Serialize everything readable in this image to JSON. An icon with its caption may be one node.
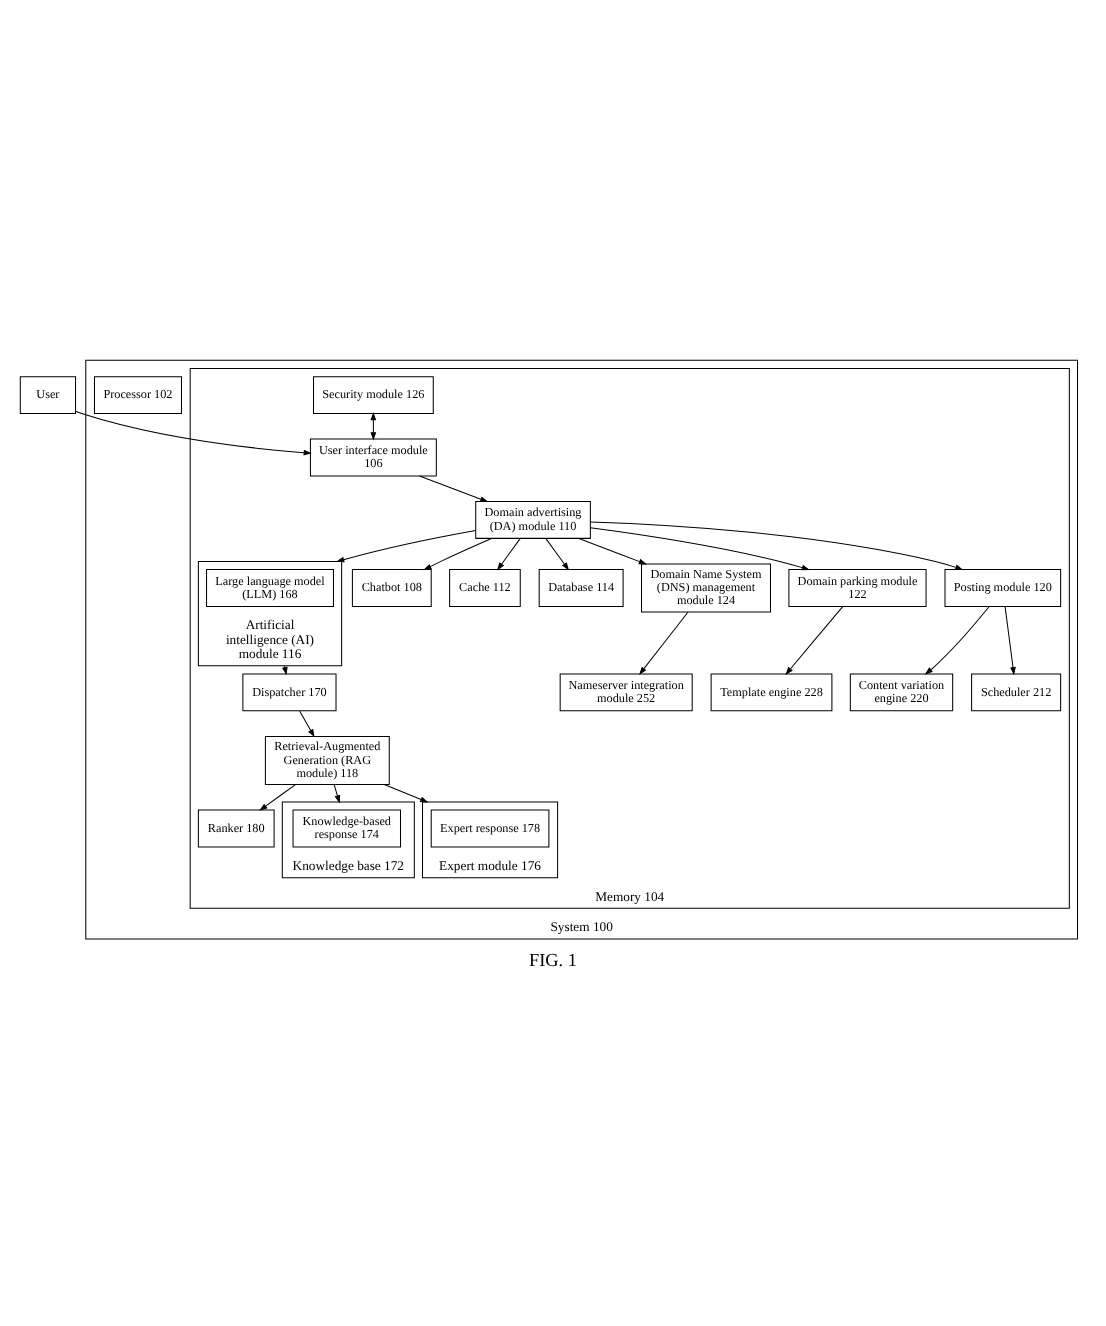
{
  "diagram": {
    "caption": "FIG. 1",
    "nodes": [
      {
        "text": [
          "User"
        ]
      },
      {
        "text": [
          "System 100"
        ]
      },
      {
        "text": [
          "Processor 102"
        ],
        "in": 1
      },
      {
        "text": [
          "Memory 104"
        ],
        "in": 1
      },
      {
        "text": [
          "Artificial intelligence (AI) module 116"
        ],
        "in": 3
      },
      {
        "text": [
          "Large language model (LLM) 168"
        ],
        "in": 4
      },
      {
        "text": [
          "Security module 126"
        ],
        "in": 3
      },
      {
        "text": [
          "User interface module 106"
        ],
        "in": 3
      },
      {
        "text": [
          "Domain advertising (DA) module 110"
        ],
        "in": 3
      },
      {
        "text": [
          "Dispatcher 170"
        ],
        "in": 3
      },
      {
        "text": [
          "Chatbot 108"
        ],
        "in": 3
      },
      {
        "text": [
          "Cache 112"
        ],
        "in": 3
      },
      {
        "text": [
          "Retrieval-Augmented Generation (RAG module) 118"
        ],
        "in": 3
      },
      {
        "text": [
          "Ranker 180"
        ],
        "in": 3
      },
      {
        "text": [
          "Knowledge base 172"
        ],
        "in": 3
      },
      {
        "text": [
          "Knowledge-based response 174"
        ],
        "in": 14
      },
      {
        "text": [
          "Database 114"
        ],
        "in": 3
      },
      {
        "text": [
          "Expert module 176"
        ],
        "in": 3
      },
      {
        "text": [
          "Expert response 178"
        ],
        "in": 17
      },
      {
        "text": [
          "Domain Name System (DNS) management module 124"
        ],
        "in": 3
      },
      {
        "text": [
          "Domain parking module 122"
        ],
        "in": 3
      },
      {
        "text": [
          "Posting module 120"
        ],
        "in": 3
      },
      {
        "text": [
          "Nameserver integration module 252"
        ],
        "in": 3
      },
      {
        "text": [
          "Template engine 228"
        ],
        "in": 3
      },
      {
        "text": [
          "Content variation engine 220"
        ],
        "in": 3
      },
      {
        "text": [
          "Scheduler 212"
        ],
        "in": 3
      }
    ],
    "edges": [
      {
        "from": 0,
        "to": 7,
        "arrow": "to"
      },
      {
        "from": 6,
        "to": 7,
        "arrow": "both"
      },
      {
        "from": 7,
        "to": 8,
        "arrow": "to"
      },
      {
        "from": 8,
        "to": 4,
        "arrow": "to"
      },
      {
        "from": 4,
        "to": 9,
        "arrow": "to"
      },
      {
        "from": 9,
        "to": 12,
        "arrow": "to"
      },
      {
        "from": 8,
        "to": 10,
        "arrow": "to"
      },
      {
        "from": 8,
        "to": 11,
        "arrow": "to"
      },
      {
        "from": 8,
        "to": 16,
        "arrow": "to"
      },
      {
        "from": 8,
        "to": 19,
        "arrow": "to"
      },
      {
        "from": 8,
        "to": 20,
        "arrow": "to"
      },
      {
        "from": 8,
        "to": 21,
        "arrow": "to"
      },
      {
        "from": 12,
        "to": 14,
        "arrow": "to"
      },
      {
        "from": 12,
        "to": 13,
        "arrow": "to"
      },
      {
        "from": 12,
        "to": 17,
        "arrow": "to"
      },
      {
        "from": 19,
        "to": 22,
        "arrow": "to"
      },
      {
        "from": 20,
        "to": 23,
        "arrow": "to"
      },
      {
        "from": 21,
        "to": 24,
        "arrow": "to"
      },
      {
        "from": 21,
        "to": 25,
        "arrow": "to"
      }
    ]
  }
}
